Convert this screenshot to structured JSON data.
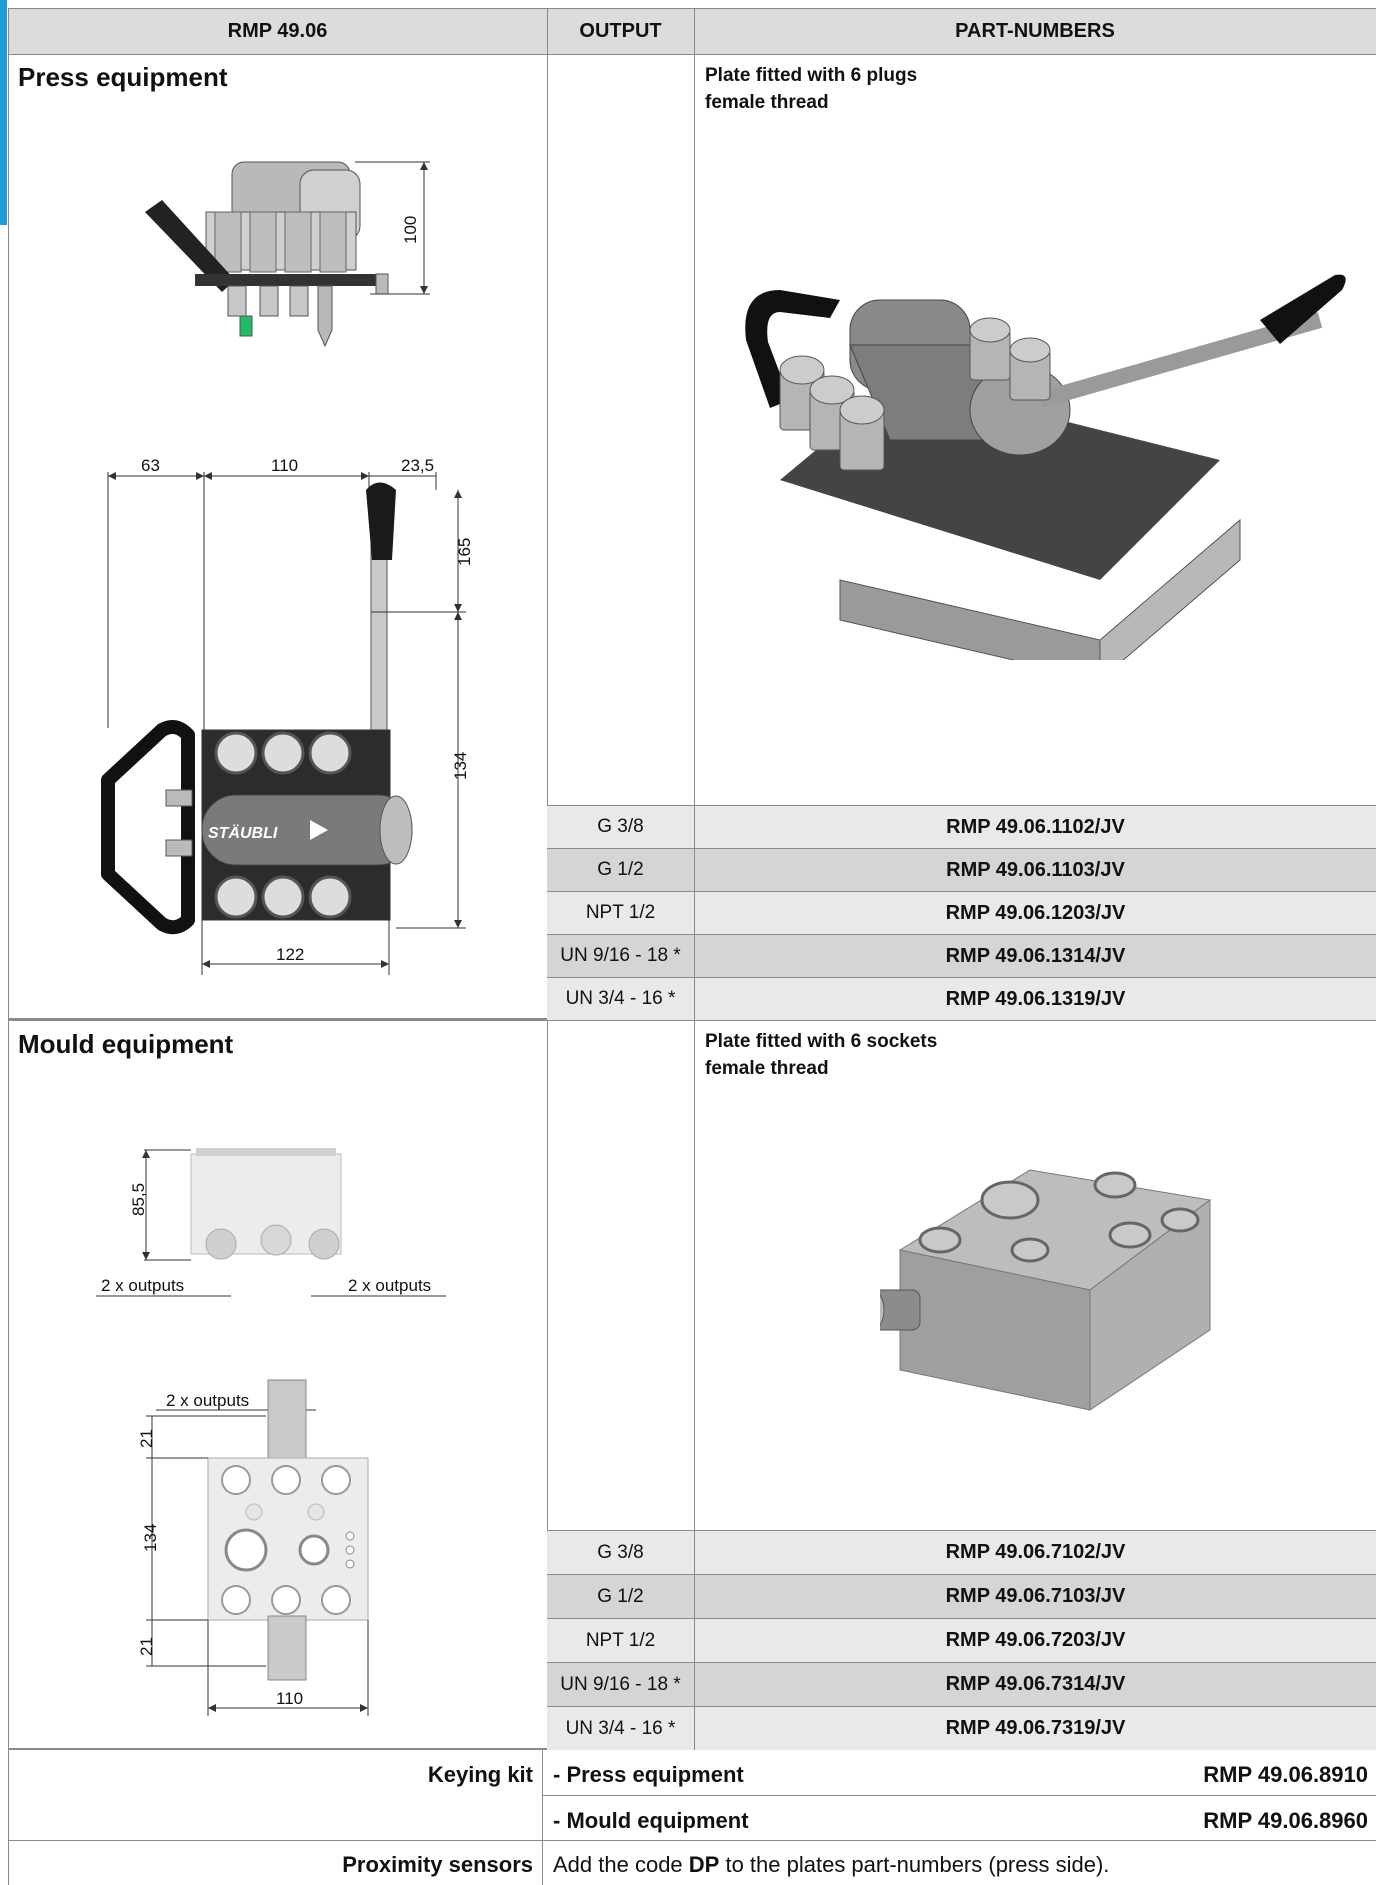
{
  "table": {
    "headers": {
      "product": "RMP 49.06",
      "output": "OUTPUT",
      "part_numbers": "PART-NUMBERS"
    }
  },
  "press": {
    "title": "Press equipment",
    "plate_desc_line1": "Plate fitted with 6 plugs",
    "plate_desc_line2": "female thread",
    "dims_top": {
      "height": "100"
    },
    "dims_bottom": {
      "a": "63",
      "b": "110",
      "c": "23,5",
      "lever": "165",
      "body": "134",
      "width": "122"
    },
    "brand": "STÄUBLI",
    "rows": [
      {
        "output": "G 3/8",
        "part": "RMP 49.06.1102/JV"
      },
      {
        "output": "G 1/2",
        "part": "RMP 49.06.1103/JV"
      },
      {
        "output": "NPT 1/2",
        "part": "RMP 49.06.1203/JV"
      },
      {
        "output": "UN 9/16 - 18 *",
        "part": "RMP 49.06.1314/JV"
      },
      {
        "output": "UN 3/4 - 16 *",
        "part": "RMP 49.06.1319/JV"
      }
    ]
  },
  "mould": {
    "title": "Mould equipment",
    "plate_desc_line1": "Plate fitted with 6 sockets",
    "plate_desc_line2": "female thread",
    "dims_top": {
      "height": "85,5",
      "left_label": "2 x outputs",
      "right_label": "2 x outputs"
    },
    "dims_bottom": {
      "top_label": "2 x outputs",
      "a": "21",
      "b": "134",
      "c": "21",
      "width": "110"
    },
    "rows": [
      {
        "output": "G 3/8",
        "part": "RMP 49.06.7102/JV"
      },
      {
        "output": "G 1/2",
        "part": "RMP 49.06.7103/JV"
      },
      {
        "output": "NPT 1/2",
        "part": "RMP 49.06.7203/JV"
      },
      {
        "output": "UN 9/16 - 18 *",
        "part": "RMP 49.06.7314/JV"
      },
      {
        "output": "UN 3/4 - 16 *",
        "part": "RMP 49.06.7319/JV"
      }
    ]
  },
  "footer": {
    "keying_label": "Keying kit",
    "keying_press": "- Press equipment",
    "keying_press_pn": "RMP 49.06.8910",
    "keying_mould": "- Mould equipment",
    "keying_mould_pn": "RMP 49.06.8960",
    "prox_label": "Proximity sensors",
    "prox_pre": "Add the code ",
    "prox_code": "DP",
    "prox_post": " to the plates part-numbers (press side)."
  },
  "colors": {
    "accent": "#1f9ad6",
    "header_bg": "#dcdcdc",
    "row_shade": "#d5d5d5",
    "row_light": "#e9e9e9"
  }
}
